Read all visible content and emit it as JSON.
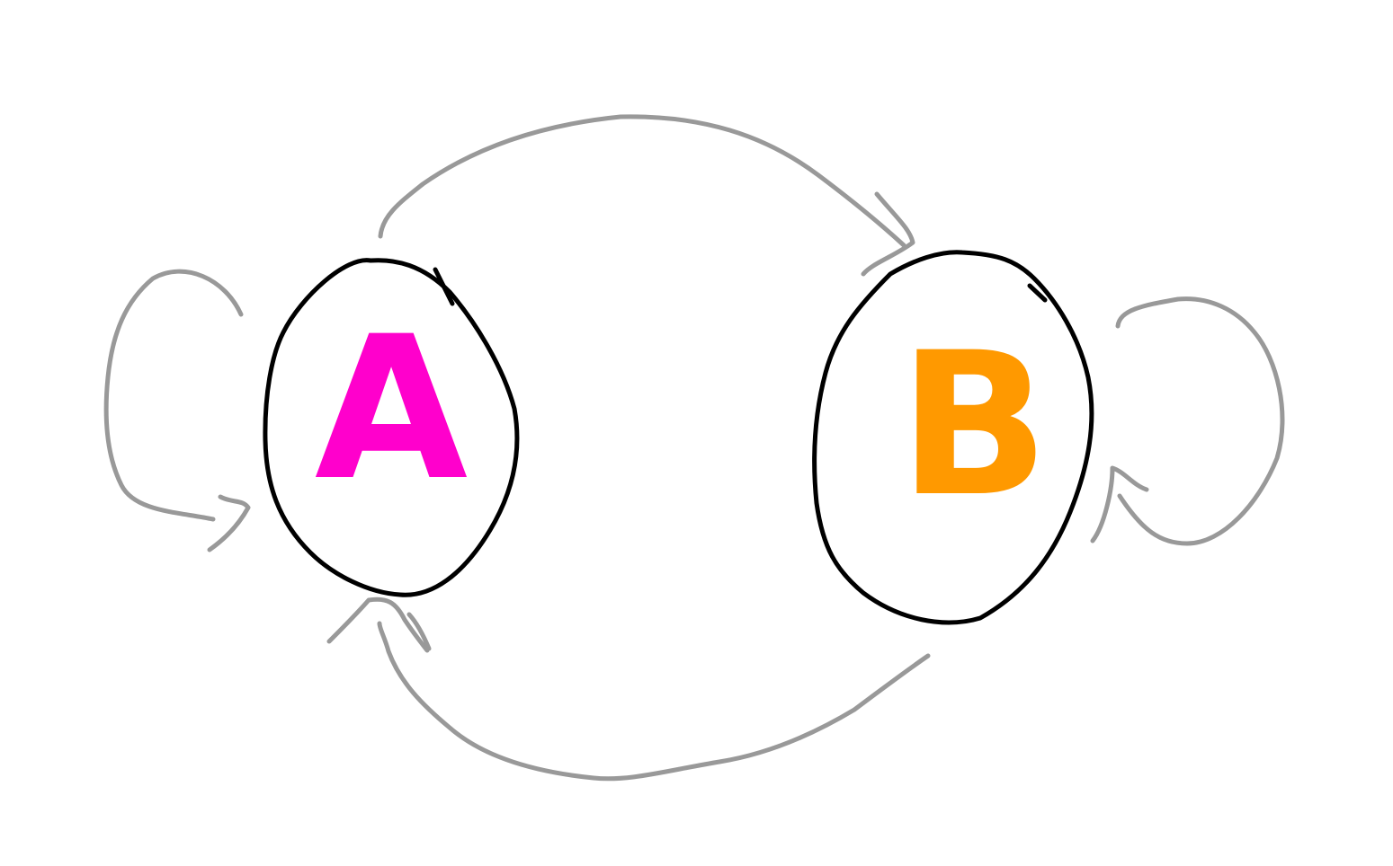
{
  "nodes": [
    {
      "id": "A",
      "label": "A",
      "color": "#ff00cc"
    },
    {
      "id": "B",
      "label": "B",
      "color": "#ff9900"
    }
  ],
  "edges": [
    {
      "from": "A",
      "to": "A"
    },
    {
      "from": "A",
      "to": "B"
    },
    {
      "from": "B",
      "to": "B"
    },
    {
      "from": "B",
      "to": "A"
    }
  ],
  "colors": {
    "node_outline": "#000000",
    "edge": "#999999"
  }
}
